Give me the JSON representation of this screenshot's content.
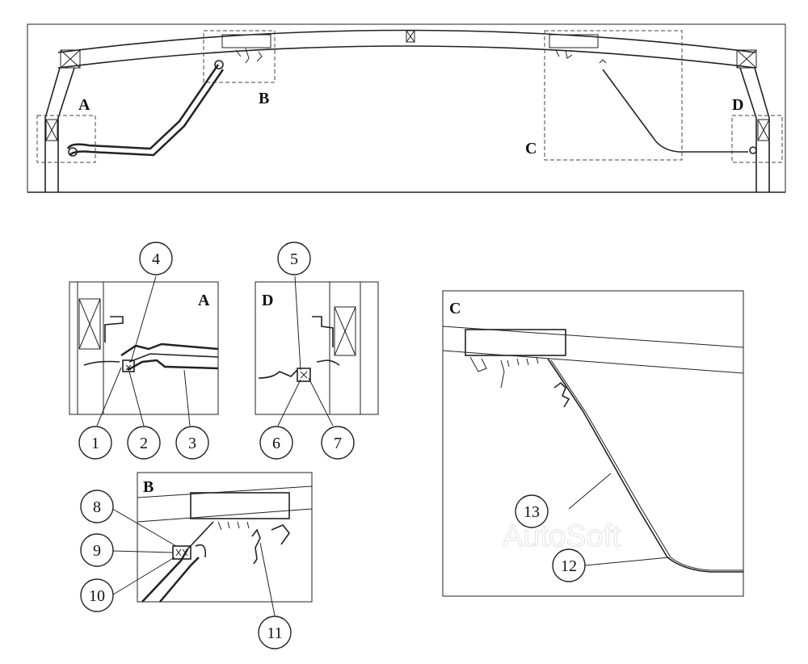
{
  "overview": {
    "zone_labels": {
      "A": "A",
      "B": "B",
      "C": "C",
      "D": "D"
    }
  },
  "details": {
    "A": {
      "title": "A",
      "callouts": [
        "1",
        "2",
        "3",
        "4"
      ]
    },
    "D": {
      "title": "D",
      "callouts": [
        "5",
        "6",
        "7"
      ]
    },
    "B": {
      "title": "B",
      "callouts": [
        "8",
        "9",
        "10",
        "11"
      ]
    },
    "C": {
      "title": "C",
      "callouts": [
        "12",
        "13"
      ]
    }
  },
  "watermark": "AutoSoft"
}
